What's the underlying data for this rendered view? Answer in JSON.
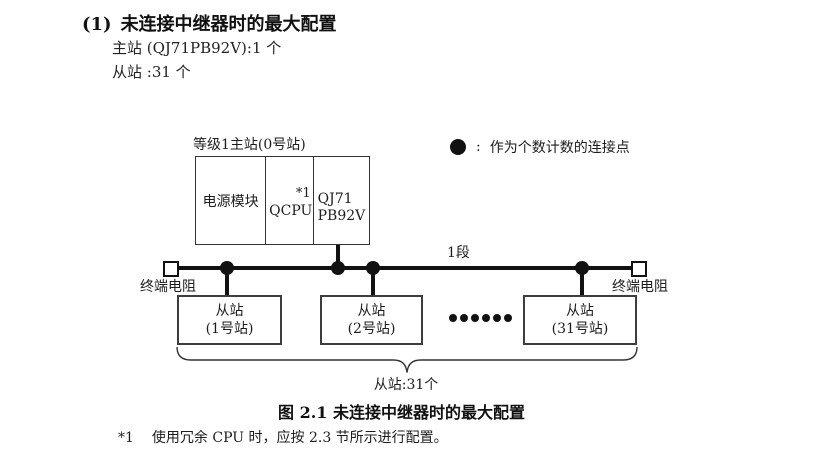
{
  "section": {
    "number": "(1)",
    "title": "未连接中继器时的最大配置",
    "master_spec": "主站 (QJ71PB92V):1 个",
    "slave_spec": "从站 :31 个"
  },
  "diagram": {
    "master_label": "等级1主站(0号站)",
    "master": {
      "power": "电源模块",
      "cpu": "QCPU",
      "cpu_note": "*1",
      "network": "QJ71\nPB92V"
    },
    "legend": {
      "colon": ":",
      "label": "作为个数计数的连接点"
    },
    "segment_label": "1段",
    "terminator_left": "终端电阻",
    "terminator_right": "终端电阻",
    "slaves": [
      {
        "label": "从站\n(1号站)"
      },
      {
        "label": "从站\n(2号站)"
      },
      {
        "label": "从站\n(31号站)"
      }
    ],
    "slave_count": "从站:31个"
  },
  "caption": "图 2.1 未连接中继器时的最大配置",
  "footnote": {
    "marker": "*1",
    "text": "使用冗余 CPU 时，应按 2.3 节所示进行配置。"
  }
}
